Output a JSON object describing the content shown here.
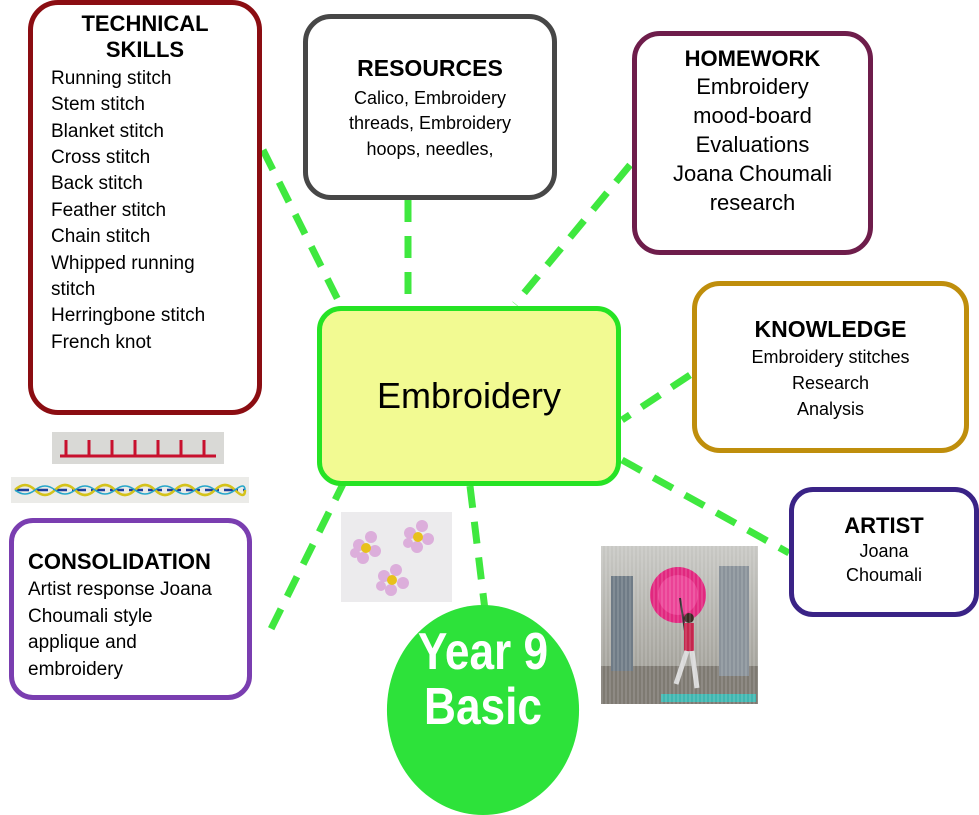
{
  "centre": {
    "label": "Embroidery"
  },
  "technical_skills": {
    "title_line1": "TECHNICAL",
    "title_line2": "SKILLS",
    "items": [
      "Running stitch",
      "Stem stitch",
      "Blanket stitch",
      "Cross stitch",
      "Back stitch",
      "Feather stitch",
      "Chain stitch",
      "Whipped running",
      "stitch",
      "Herringbone stitch",
      "French knot"
    ]
  },
  "resources": {
    "title": "RESOURCES",
    "lines": [
      "Calico, Embroidery",
      "threads, Embroidery",
      "hoops, needles,"
    ]
  },
  "homework": {
    "title": "HOMEWORK",
    "lines": [
      "Embroidery",
      "mood-board",
      "Evaluations",
      "Joana Choumali",
      "research"
    ]
  },
  "knowledge": {
    "title": "KNOWLEDGE",
    "lines": [
      "Embroidery stitches",
      "Research",
      "Analysis"
    ]
  },
  "artist": {
    "title": "ARTIST",
    "lines": [
      "Joana",
      "Choumali"
    ]
  },
  "consolidation": {
    "title": "CONSOLIDATION",
    "lines": [
      "Artist response Joana",
      "Choumali style",
      "applique and",
      "embroidery"
    ]
  },
  "year_badge": {
    "line1": "Year 9",
    "line2": "Basic"
  },
  "colors": {
    "connector": "#3fe83f",
    "technical_border": "#8b0d12",
    "resources_border": "#474747",
    "homework_border": "#6e1d4b",
    "knowledge_border": "#bf8e0c",
    "artist_border": "#3a2386",
    "consolidation_border": "#7a3eb0",
    "centre_fill": "#f2fa92",
    "centre_border": "#26e324",
    "badge_fill": "#2de23a"
  },
  "images": [
    "blanket-stitch-sample",
    "whipped-running-stitch-sample",
    "french-knot-flowers-photo",
    "artist-umbrella-artwork-photo"
  ]
}
